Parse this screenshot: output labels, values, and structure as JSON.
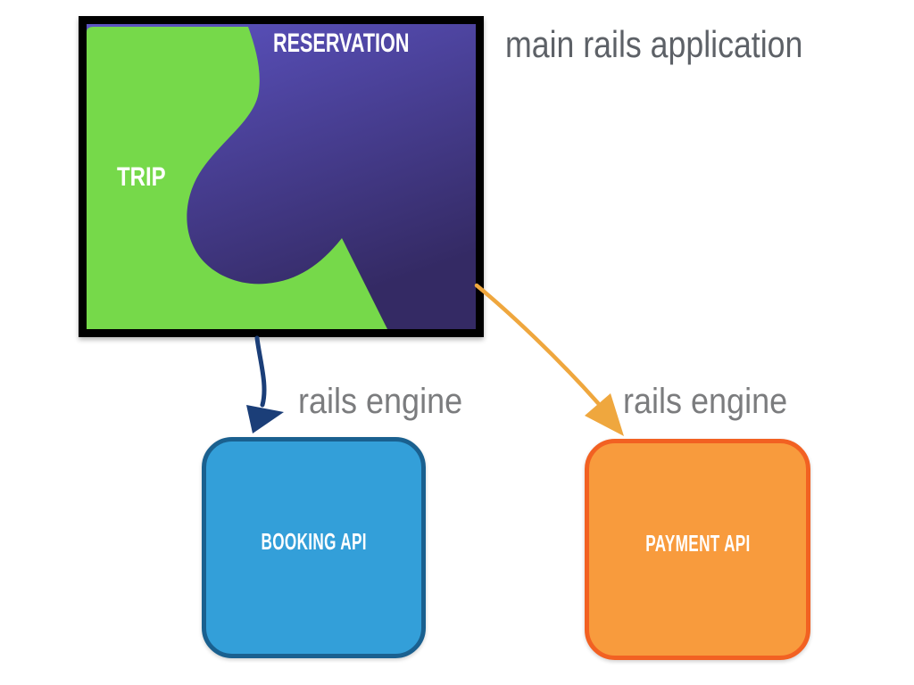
{
  "diagram": {
    "title": "main rails application",
    "main_box": {
      "trip_label": "TRIP",
      "reservation_label": "RESERVATION"
    },
    "booking": {
      "caption": "rails engine",
      "label": "BOOKING API"
    },
    "payment": {
      "caption": "rails engine",
      "label": "PAYMENT API"
    }
  },
  "colors": {
    "canvas_bg": "#ffffff",
    "main_border": "#000000",
    "trip_green": "#76d94a",
    "reservation_purple_top": "#5d54c4",
    "reservation_purple_bottom": "#342a64",
    "title_text": "#5d6167",
    "caption_text": "#7b7c7e",
    "label_text": "#ffffff",
    "booking_fill": "#339fd9",
    "booking_border": "#1a608f",
    "booking_arrow": "#1b3e78",
    "payment_fill": "#f89b3d",
    "payment_border": "#f26122",
    "payment_arrow": "#efa73e"
  }
}
